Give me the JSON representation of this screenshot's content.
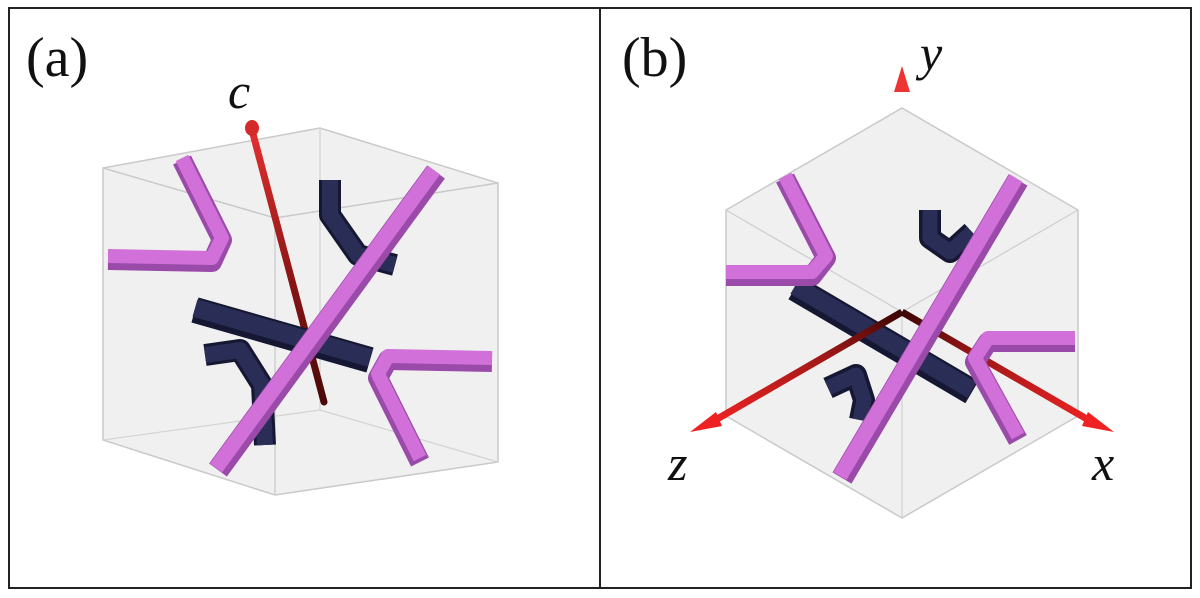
{
  "panels": [
    {
      "label": "(a)",
      "axis_labels": [
        "c"
      ]
    },
    {
      "label": "(b)",
      "axis_labels": [
        "y",
        "z",
        "x"
      ]
    }
  ],
  "colors": {
    "frame": "#222222",
    "cube_face": "#d9d9d9",
    "cube_edge": "#c8c8c8",
    "pink_bar": "#d070d8",
    "pink_bar_dark": "#9a4aa8",
    "navy_bar": "#2a2d55",
    "navy_bar_dark": "#161833",
    "axis_red": "#e02020",
    "axis_dark": "#5a0c0c"
  }
}
